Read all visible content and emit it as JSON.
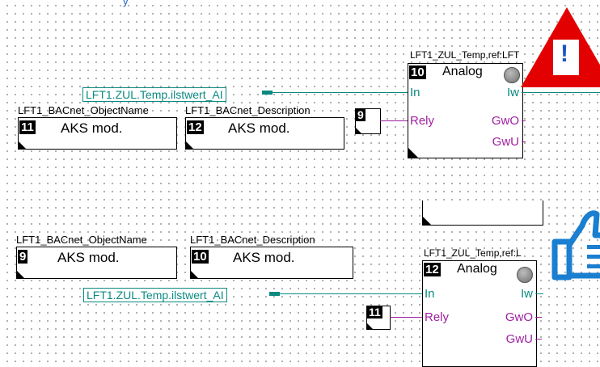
{
  "caption": "y",
  "top": {
    "object_name_label": "LFT1_BACnet_ObjectName",
    "description_label": "LFT1_BACnet_Description",
    "block_a": {
      "number": "11",
      "text": "AKS mod."
    },
    "block_b": {
      "number": "12",
      "text": "AKS mod."
    },
    "variable": "LFT1.ZUL.Temp.ilstwert_AI",
    "small_block_number": "9",
    "func": {
      "title": "LFT1_ZUL_Temp,ref:LFT",
      "number": "10",
      "type": "Analog",
      "in": "In",
      "rely": "Rely",
      "iw": "Iw",
      "gwo": "GwO",
      "gwu": "GwU"
    },
    "warning_symbol": "!"
  },
  "bottom": {
    "object_name_label": "LFT1_BACnet_ObjectName",
    "description_label": "LFT1_BACnet_Description",
    "block_a": {
      "number": "9",
      "text": "AKS mod."
    },
    "block_b": {
      "number": "10",
      "text": "AKS mod."
    },
    "variable": "LFT1.ZUL.Temp.ilstwert_AI",
    "small_block_number": "11",
    "func": {
      "title": "LFT1_ZUL_Temp,ref:L",
      "number": "12",
      "type": "Analog",
      "in": "In",
      "rely": "Rely",
      "iw": "Iw",
      "gwo": "GwO",
      "gwu": "GwU"
    }
  },
  "icons": {
    "warning": "warning-triangle-icon",
    "thumbs_up": "thumbs-up-icon"
  },
  "colors": {
    "wire_in": "#0a8a80",
    "wire_rely": "#a020a0",
    "warning": "#e30000",
    "thumbs": "#1a7fd0"
  }
}
